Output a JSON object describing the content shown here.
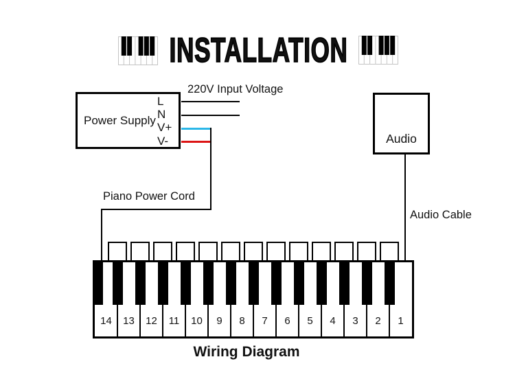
{
  "header": {
    "title": "INSTALLATION"
  },
  "power_supply": {
    "label": "Power Supply",
    "terminals": [
      "L",
      "N",
      "V+",
      "V-"
    ]
  },
  "wiring": {
    "input_voltage_label": "220V Input Voltage",
    "piano_power_cord_label": "Piano Power Cord",
    "audio_cable_label": "Audio Cable"
  },
  "audio_box": {
    "label": "Audio"
  },
  "keyboard": {
    "key_numbers": [
      "14",
      "13",
      "12",
      "11",
      "10",
      "9",
      "8",
      "7",
      "6",
      "5",
      "4",
      "3",
      "2",
      "1"
    ],
    "tab_count": 13,
    "black_key_count": 13
  },
  "caption": "Wiring Diagram",
  "colors": {
    "v_plus_wire": "#2bb7e8",
    "v_minus_wire": "#dc1414",
    "line": "#000000"
  }
}
